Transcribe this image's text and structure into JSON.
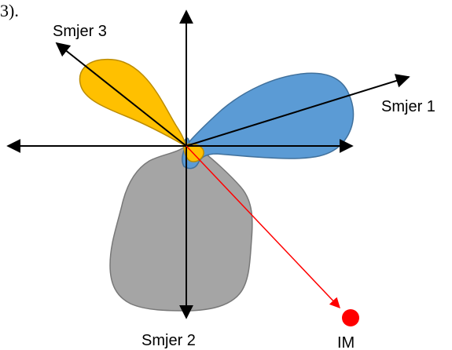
{
  "top_fragment": "3).",
  "direction_labels": {
    "dir1": "Smjer 1",
    "dir2": "Smjer 2",
    "dir3": "Smjer 3"
  },
  "target_label": "IM",
  "colors": {
    "lobe1": "#5B9BD5",
    "lobe1_stroke": "#41719C",
    "lobe2": "#A5A5A5",
    "lobe2_stroke": "#787878",
    "lobe3": "#FFC000",
    "lobe3_stroke": "#BC8C00",
    "target": "#FF0000",
    "axes": "#000000"
  }
}
